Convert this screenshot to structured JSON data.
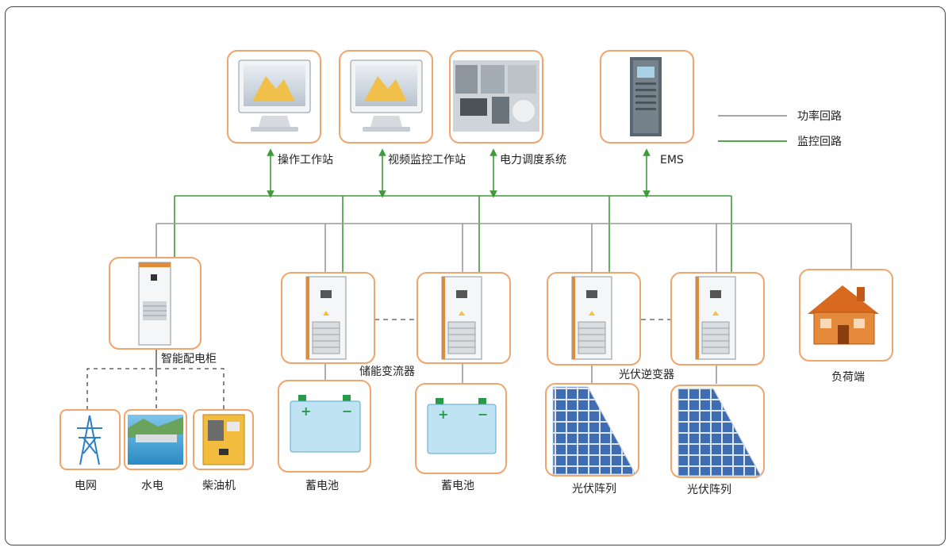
{
  "legend": {
    "power_loop": "功率回路",
    "monitor_loop": "监控回路"
  },
  "labels": {
    "operator_ws": "操作工作站",
    "video_ws": "视频监控工作站",
    "dispatch": "电力调度系统",
    "ems": "EMS",
    "smart_cabinet": "智能配电柜",
    "pcs": "储能变流器",
    "pv_inverter": "光伏逆变器",
    "load": "负荷端",
    "grid": "电网",
    "hydro": "水电",
    "diesel": "柴油机",
    "battery_1": "蓄电池",
    "battery_2": "蓄电池",
    "pv_array_1": "光伏阵列",
    "pv_array_2": "光伏阵列"
  },
  "colors": {
    "power": "#9a9a9a",
    "monitor": "#3f9a3a",
    "box_border": "#f0a46e"
  }
}
